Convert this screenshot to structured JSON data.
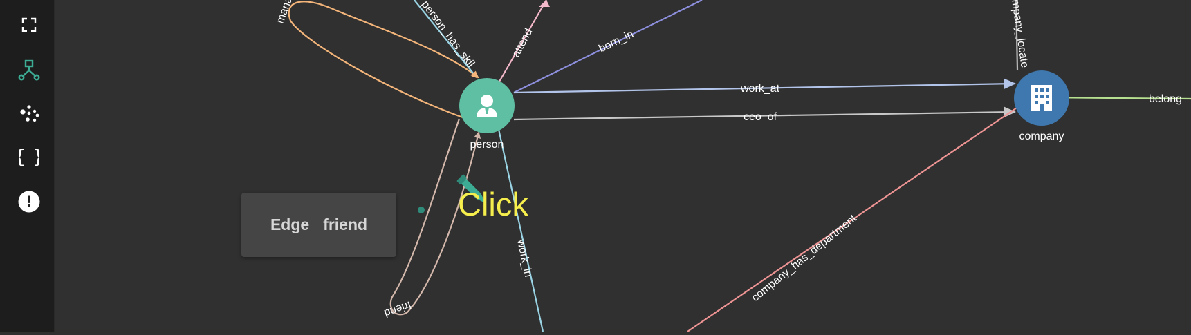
{
  "sidebar": {
    "items": [
      {
        "name": "fullscreen",
        "icon": "fullscreen-icon"
      },
      {
        "name": "graph",
        "icon": "graph-icon",
        "active": true
      },
      {
        "name": "clusters",
        "icon": "cluster-icon"
      },
      {
        "name": "json",
        "icon": "braces-icon",
        "label": "{ }"
      },
      {
        "name": "info",
        "icon": "alert-icon",
        "label": "!"
      }
    ]
  },
  "nodes": {
    "person": {
      "label": "person",
      "color": "#5fbfa3",
      "icon": "person-icon"
    },
    "company": {
      "label": "company",
      "color": "#3f78ae",
      "icon": "building-icon"
    }
  },
  "edges": {
    "manage": "manag",
    "person_has_skill": "person_has_skil",
    "attend": "attend",
    "born_in": "born_in",
    "work_at": "work_at",
    "ceo_of": "ceo_of",
    "company_located": "mpany_locate",
    "belong": "belong_",
    "friend": "friend",
    "work_in": "work_in",
    "company_has_department": "company_has_department"
  },
  "tooltip": {
    "type": "Edge",
    "name": "friend"
  },
  "annotation": {
    "click": "Click"
  },
  "colors": {
    "background": "#303030",
    "sidebar": "#1d1d1d",
    "accent": "#3dac95",
    "annotation": "#f5ee4c"
  }
}
